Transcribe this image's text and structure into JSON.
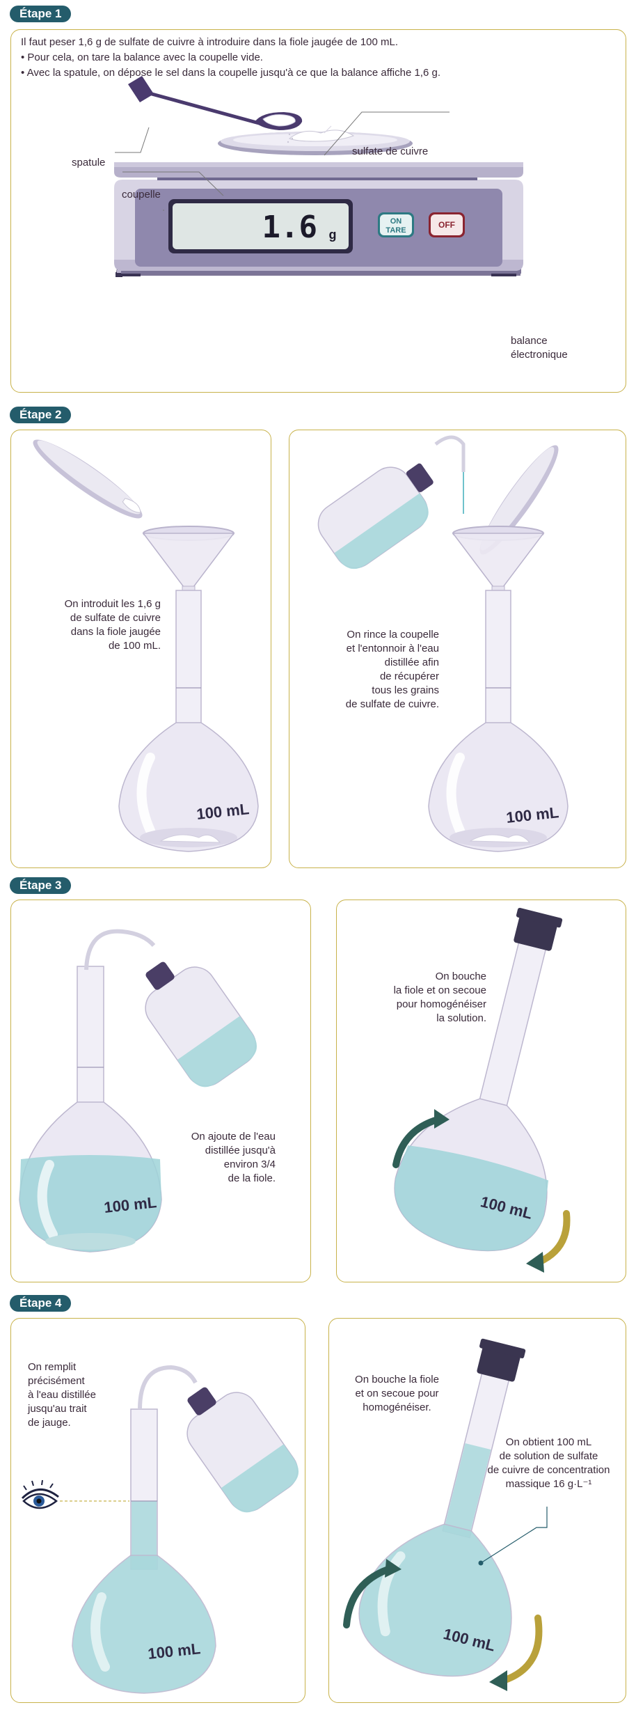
{
  "steps": {
    "s1": "Étape 1",
    "s2": "Étape 2",
    "s3": "Étape 3",
    "s4": "Étape 4"
  },
  "step1": {
    "line1": "Il faut peser 1,6 g de sulfate de cuivre à introduire dans la fiole jaugée de 100 mL.",
    "line2": "• Pour cela, on tare la balance avec la coupelle vide.",
    "line3": "• Avec la spatule, on dépose le sel dans la coupelle jusqu'à ce que la balance affiche 1,6 g.",
    "label_spatule": "spatule",
    "label_sulfate": "sulfate de cuivre",
    "label_coupelle": "coupelle",
    "label_balance_1": "balance",
    "label_balance_2": "électronique",
    "display_value": "1.6",
    "display_unit": "g",
    "btn_on_1": "ON",
    "btn_on_2": "TARE",
    "btn_off": "OFF"
  },
  "step2": {
    "left_text": [
      "On introduit les 1,6 g",
      "de sulfate de cuivre",
      "dans la fiole jaugée",
      "de 100 mL."
    ],
    "right_text": [
      "On rince la coupelle",
      "et l'entonnoir à l'eau",
      "distillée afin",
      "de récupérer",
      "tous les grains",
      "de sulfate de cuivre."
    ],
    "flask_label": "100 mL"
  },
  "step3": {
    "left_text": [
      "On ajoute de l'eau",
      "distillée jusqu'à",
      "environ 3/4",
      "de la fiole."
    ],
    "right_text": [
      "On bouche",
      "la fiole et on secoue",
      "pour homogénéiser",
      "la solution."
    ],
    "flask_label": "100 mL"
  },
  "step4": {
    "left_text": [
      "On remplit",
      "précisément",
      "à l'eau distillée",
      "jusqu'au trait",
      "de jauge."
    ],
    "right_text_1": [
      "On bouche la fiole",
      "et on secoue pour",
      "homogénéiser."
    ],
    "right_text_2": [
      "On obtient 100 mL",
      "de solution de sulfate",
      "de cuivre de concentration",
      "massique 16 g·L⁻¹"
    ],
    "flask_label": "100 mL"
  },
  "colors": {
    "tag": "#245c6b",
    "border": "#c8b24a",
    "liquid": "#8fcdd3",
    "glass": "#e9e6f1",
    "cap": "#3a3550",
    "arrow": "#2f5e56"
  }
}
